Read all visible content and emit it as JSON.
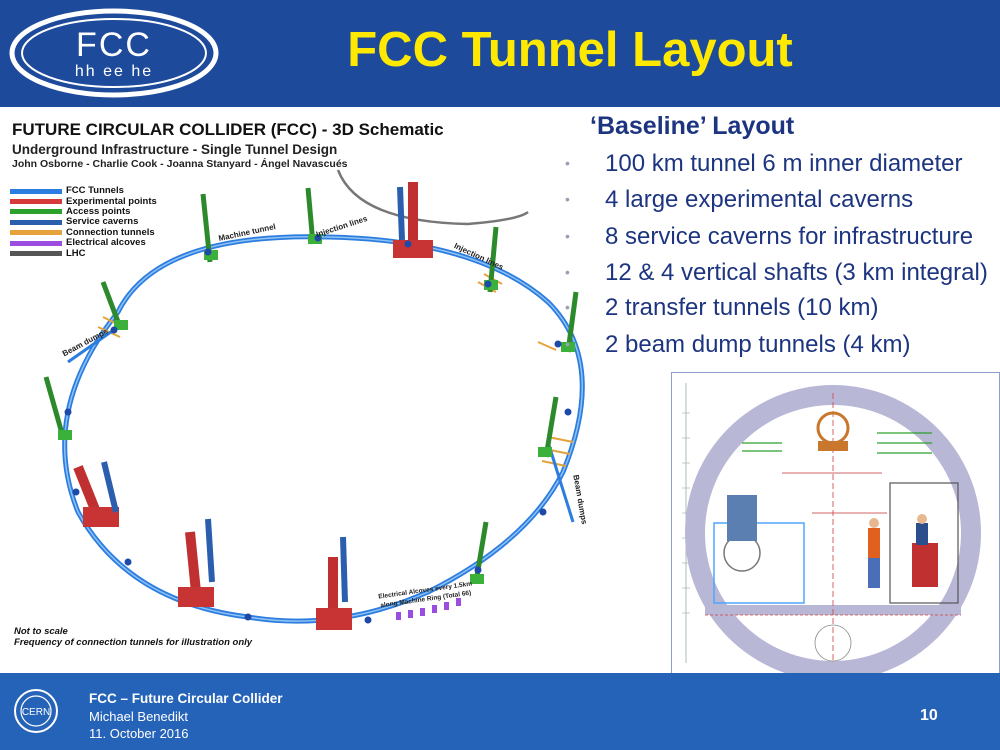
{
  "header": {
    "title": "FCC Tunnel Layout",
    "logo_text": "FCC",
    "logo_subtext": "hh ee he"
  },
  "schematic": {
    "title": "FUTURE CIRCULAR COLLIDER (FCC) - 3D Schematic",
    "subtitle": "Underground Infrastructure - Single Tunnel Design",
    "authors": "John Osborne - Charlie Cook - Joanna Stanyard - Ángel Navascués",
    "legend": [
      {
        "label": "FCC Tunnels",
        "color": "#2b7de0"
      },
      {
        "label": "Experimental points",
        "color": "#d63a3a"
      },
      {
        "label": "Access points",
        "color": "#2ca02c"
      },
      {
        "label": "Service caverns",
        "color": "#2b5fae"
      },
      {
        "label": "Connection tunnels",
        "color": "#e6a23c"
      },
      {
        "label": "Electrical alcoves",
        "color": "#9b4de0"
      },
      {
        "label": "LHC",
        "color": "#555555"
      }
    ],
    "labels": {
      "machine_tunnel": "Machine tunnel",
      "injection_lines": "Injection lines",
      "injection_lines_2": "Injection lines",
      "beam_dumps_left": "Beam dumps",
      "beam_dumps_right": "Beam dumps",
      "alcoves_line1": "Electrical Alcoves every 1.5km",
      "alcoves_line2": "along Machine Ring (Total 66)"
    },
    "note1": "Not to scale",
    "note2": "Frequency of connection tunnels for illustration only"
  },
  "bullets": {
    "heading": "‘Baseline’ Layout",
    "items": [
      "100 km tunnel 6 m inner diameter",
      "4 large experimental caverns",
      "8 service caverns for infrastructure",
      "12 & 4 vertical shafts (3 km integral)",
      "2 transfer tunnels (10 km)",
      "2 beam dump tunnels (4 km)"
    ]
  },
  "footer": {
    "line1": "FCC – Future Circular Collider",
    "line2": "Michael Benedikt",
    "line3": "11. October 2016",
    "page": "10",
    "logo_text": "CERN"
  },
  "colors": {
    "header_bg": "#1d4a9a",
    "title": "#ffe900",
    "body_text": "#1d3580",
    "footer_bg": "#2563b8"
  }
}
